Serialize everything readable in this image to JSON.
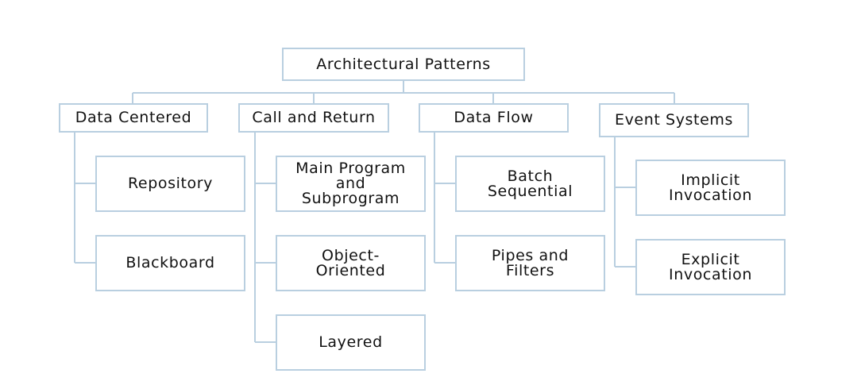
{
  "root": {
    "label": "Architectural Patterns"
  },
  "categories": [
    {
      "label": "Data Centered",
      "children": [
        "Repository",
        "Blackboard"
      ]
    },
    {
      "label": "Call and Return",
      "children": [
        "Main Program\nand\nSubprogram",
        "Object-\nOriented",
        "Layered"
      ]
    },
    {
      "label": "Data Flow",
      "children": [
        "Batch\nSequential",
        "Pipes and\nFilters"
      ]
    },
    {
      "label": "Event Systems",
      "children": [
        "Implicit\nInvocation",
        "Explicit\nInvocation"
      ]
    }
  ],
  "colors": {
    "line": "#b9cfe0",
    "border": "#b9cfe0",
    "text": "#111111"
  }
}
